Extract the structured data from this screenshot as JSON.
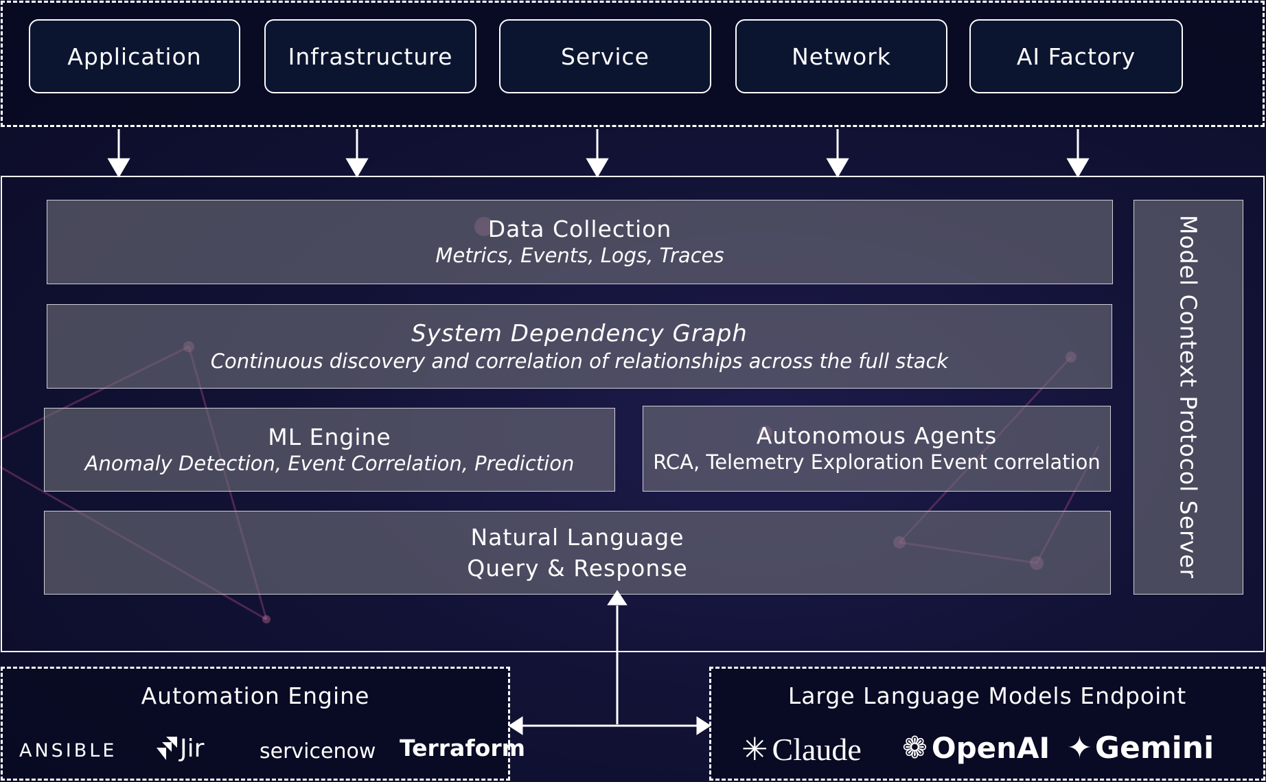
{
  "sources": [
    {
      "label": "Application"
    },
    {
      "label": "Infrastructure"
    },
    {
      "label": "Service"
    },
    {
      "label": "Network"
    },
    {
      "label": "AI Factory"
    }
  ],
  "layers": {
    "data_collection": {
      "title": "Data Collection",
      "subtitle": "Metrics, Events, Logs, Traces"
    },
    "dependency_graph": {
      "title": "System Dependency Graph",
      "subtitle": "Continuous discovery and correlation of relationships across the full stack"
    },
    "ml_engine": {
      "title": "ML Engine",
      "subtitle": "Anomaly Detection, Event Correlation, Prediction"
    },
    "autonomous_agents": {
      "title": "Autonomous Agents",
      "subtitle": "RCA, Telemetry Exploration Event correlation"
    },
    "natural_language": {
      "line1": "Natural Language",
      "line2": "Query & Response"
    }
  },
  "mcp_server": {
    "label": "Model Context Protocol Server"
  },
  "automation_engine": {
    "title": "Automation Engine",
    "logos": {
      "ansible": "ANSIBLE",
      "jira": "Jir",
      "servicenow": "servicenow",
      "terraform": "Terraform"
    }
  },
  "llm_endpoint": {
    "title": "Large Language Models Endpoint",
    "logos": {
      "claude": "Claude",
      "openai": "OpenAI",
      "gemini": "Gemini"
    }
  },
  "colors": {
    "background": "#0f1133",
    "border": "#ffffff",
    "layer_fill": "#6c6c78"
  }
}
